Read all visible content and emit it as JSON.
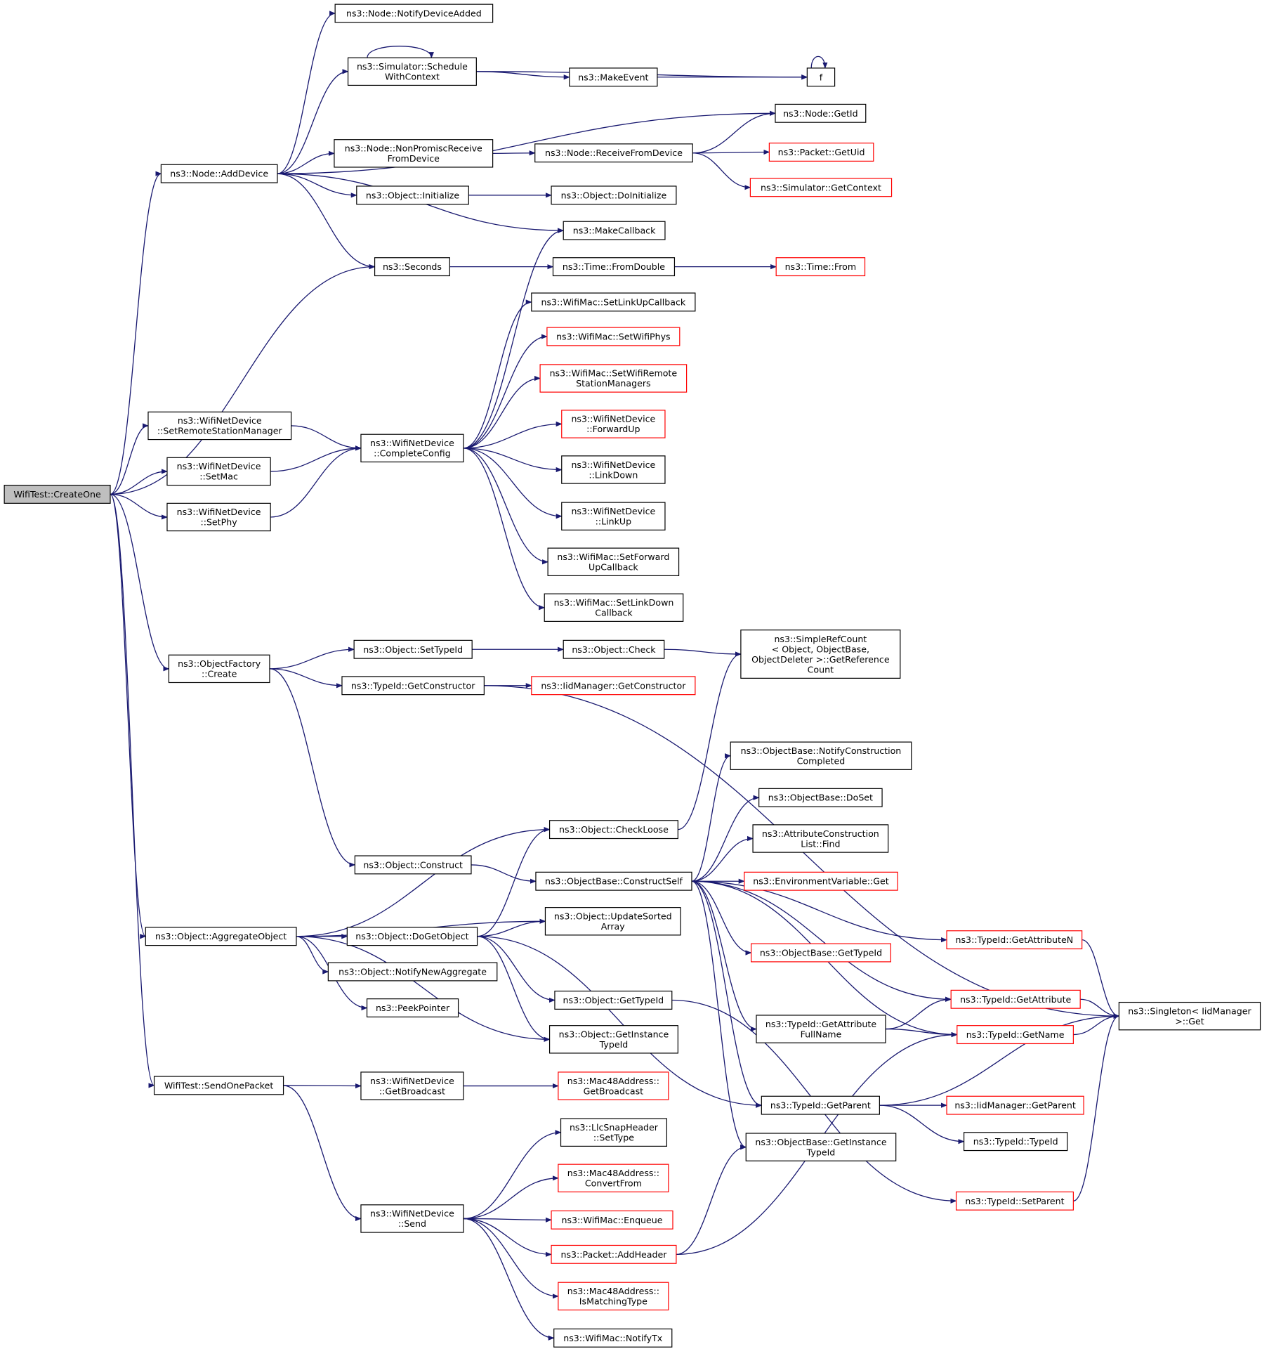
{
  "colors": {
    "edge": "#191970",
    "node_border": "#000000",
    "truncated_border": "#ff0000",
    "root_fill": "#bfbfbf",
    "background": "#ffffff"
  },
  "nodes": [
    {
      "id": "n0",
      "lines": [
        "WifiTest::CreateOne"
      ],
      "kind": "root"
    },
    {
      "id": "n1",
      "lines": [
        "ns3::Node::AddDevice"
      ],
      "kind": "normal"
    },
    {
      "id": "n2",
      "lines": [
        "ns3::Node::NotifyDeviceAdded"
      ],
      "kind": "normal"
    },
    {
      "id": "n3",
      "lines": [
        "ns3::Simulator::Schedule",
        "WithContext"
      ],
      "kind": "normal"
    },
    {
      "id": "n4",
      "lines": [
        "f"
      ],
      "kind": "normal"
    },
    {
      "id": "n5",
      "lines": [
        "ns3::MakeEvent"
      ],
      "kind": "normal"
    },
    {
      "id": "n6",
      "lines": [
        "ns3::Node::GetId"
      ],
      "kind": "normal"
    },
    {
      "id": "n7",
      "lines": [
        "ns3::Node::NonPromiscReceive",
        "FromDevice"
      ],
      "kind": "normal"
    },
    {
      "id": "n8",
      "lines": [
        "ns3::Node::ReceiveFromDevice"
      ],
      "kind": "normal"
    },
    {
      "id": "n9",
      "lines": [
        "ns3::Packet::GetUid"
      ],
      "kind": "trunc"
    },
    {
      "id": "n10",
      "lines": [
        "ns3::Simulator::GetContext"
      ],
      "kind": "trunc"
    },
    {
      "id": "n11",
      "lines": [
        "ns3::Object::Initialize"
      ],
      "kind": "normal"
    },
    {
      "id": "n12",
      "lines": [
        "ns3::Object::DoInitialize"
      ],
      "kind": "normal"
    },
    {
      "id": "n13",
      "lines": [
        "ns3::MakeCallback"
      ],
      "kind": "normal"
    },
    {
      "id": "n14",
      "lines": [
        "ns3::Seconds"
      ],
      "kind": "normal"
    },
    {
      "id": "n15",
      "lines": [
        "ns3::Time::FromDouble"
      ],
      "kind": "normal"
    },
    {
      "id": "n16",
      "lines": [
        "ns3::Time::From"
      ],
      "kind": "trunc"
    },
    {
      "id": "n17",
      "lines": [
        "ns3::WifiMac::SetLinkUpCallback"
      ],
      "kind": "normal"
    },
    {
      "id": "n18",
      "lines": [
        "ns3::WifiMac::SetWifiPhys"
      ],
      "kind": "trunc"
    },
    {
      "id": "n19",
      "lines": [
        "ns3::WifiMac::SetWifiRemote",
        "StationManagers"
      ],
      "kind": "trunc"
    },
    {
      "id": "n20",
      "lines": [
        "ns3::WifiNetDevice",
        "::SetRemoteStationManager"
      ],
      "kind": "normal"
    },
    {
      "id": "n21",
      "lines": [
        "ns3::WifiNetDevice",
        "::CompleteConfig"
      ],
      "kind": "normal"
    },
    {
      "id": "n22",
      "lines": [
        "ns3::WifiNetDevice",
        "::ForwardUp"
      ],
      "kind": "trunc"
    },
    {
      "id": "n23",
      "lines": [
        "ns3::WifiNetDevice",
        "::SetMac"
      ],
      "kind": "normal"
    },
    {
      "id": "n24",
      "lines": [
        "ns3::WifiNetDevice",
        "::LinkDown"
      ],
      "kind": "normal"
    },
    {
      "id": "n25",
      "lines": [
        "ns3::WifiNetDevice",
        "::SetPhy"
      ],
      "kind": "normal"
    },
    {
      "id": "n26",
      "lines": [
        "ns3::WifiNetDevice",
        "::LinkUp"
      ],
      "kind": "normal"
    },
    {
      "id": "n27",
      "lines": [
        "ns3::WifiMac::SetForward",
        "UpCallback"
      ],
      "kind": "normal"
    },
    {
      "id": "n28",
      "lines": [
        "ns3::WifiMac::SetLinkDown",
        "Callback"
      ],
      "kind": "normal"
    },
    {
      "id": "n29",
      "lines": [
        "ns3::SimpleRefCount",
        "< Object, ObjectBase,",
        "ObjectDeleter >::GetReference",
        "Count"
      ],
      "kind": "normal"
    },
    {
      "id": "n30",
      "lines": [
        "ns3::Object::SetTypeId"
      ],
      "kind": "normal"
    },
    {
      "id": "n31",
      "lines": [
        "ns3::Object::Check"
      ],
      "kind": "normal"
    },
    {
      "id": "n32",
      "lines": [
        "ns3::ObjectFactory",
        "::Create"
      ],
      "kind": "normal"
    },
    {
      "id": "n33",
      "lines": [
        "ns3::TypeId::GetConstructor"
      ],
      "kind": "normal"
    },
    {
      "id": "n34",
      "lines": [
        "ns3::IidManager::GetConstructor"
      ],
      "kind": "trunc"
    },
    {
      "id": "n35",
      "lines": [
        "ns3::ObjectBase::NotifyConstruction",
        "Completed"
      ],
      "kind": "normal"
    },
    {
      "id": "n36",
      "lines": [
        "ns3::ObjectBase::DoSet"
      ],
      "kind": "normal"
    },
    {
      "id": "n37",
      "lines": [
        "ns3::Object::CheckLoose"
      ],
      "kind": "normal"
    },
    {
      "id": "n38",
      "lines": [
        "ns3::AttributeConstruction",
        "List::Find"
      ],
      "kind": "normal"
    },
    {
      "id": "n39",
      "lines": [
        "ns3::Object::Construct"
      ],
      "kind": "normal"
    },
    {
      "id": "n40",
      "lines": [
        "ns3::ObjectBase::ConstructSelf"
      ],
      "kind": "normal"
    },
    {
      "id": "n41",
      "lines": [
        "ns3::EnvironmentVariable::Get"
      ],
      "kind": "trunc"
    },
    {
      "id": "n42",
      "lines": [
        "ns3::Object::UpdateSorted",
        "Array"
      ],
      "kind": "normal"
    },
    {
      "id": "n43",
      "lines": [
        "ns3::Object::AggregateObject"
      ],
      "kind": "normal"
    },
    {
      "id": "n44",
      "lines": [
        "ns3::Object::DoGetObject"
      ],
      "kind": "normal"
    },
    {
      "id": "n45",
      "lines": [
        "ns3::TypeId::GetAttributeN"
      ],
      "kind": "trunc"
    },
    {
      "id": "n46",
      "lines": [
        "ns3::ObjectBase::GetTypeId"
      ],
      "kind": "trunc"
    },
    {
      "id": "n47",
      "lines": [
        "ns3::Object::NotifyNewAggregate"
      ],
      "kind": "normal"
    },
    {
      "id": "n48",
      "lines": [
        "ns3::Object::GetTypeId"
      ],
      "kind": "normal"
    },
    {
      "id": "n49",
      "lines": [
        "ns3::TypeId::GetAttribute"
      ],
      "kind": "trunc"
    },
    {
      "id": "n50",
      "lines": [
        "ns3::PeekPointer"
      ],
      "kind": "normal"
    },
    {
      "id": "n51",
      "lines": [
        "ns3::Singleton< IidManager",
        ">::Get"
      ],
      "kind": "normal"
    },
    {
      "id": "n52",
      "lines": [
        "ns3::TypeId::GetAttribute",
        "FullName"
      ],
      "kind": "normal"
    },
    {
      "id": "n53",
      "lines": [
        "ns3::TypeId::GetName"
      ],
      "kind": "trunc"
    },
    {
      "id": "n54",
      "lines": [
        "ns3::Object::GetInstance",
        "TypeId"
      ],
      "kind": "normal"
    },
    {
      "id": "n55",
      "lines": [
        "WifiTest::SendOnePacket"
      ],
      "kind": "normal"
    },
    {
      "id": "n56",
      "lines": [
        "ns3::WifiNetDevice",
        "::GetBroadcast"
      ],
      "kind": "normal"
    },
    {
      "id": "n57",
      "lines": [
        "ns3::Mac48Address::",
        "GetBroadcast"
      ],
      "kind": "trunc"
    },
    {
      "id": "n58",
      "lines": [
        "ns3::TypeId::GetParent"
      ],
      "kind": "normal"
    },
    {
      "id": "n59",
      "lines": [
        "ns3::IidManager::GetParent"
      ],
      "kind": "trunc"
    },
    {
      "id": "n60",
      "lines": [
        "ns3::LlcSnapHeader",
        "::SetType"
      ],
      "kind": "normal"
    },
    {
      "id": "n61",
      "lines": [
        "ns3::TypeId::TypeId"
      ],
      "kind": "normal"
    },
    {
      "id": "n62",
      "lines": [
        "ns3::ObjectBase::GetInstance",
        "TypeId"
      ],
      "kind": "normal"
    },
    {
      "id": "n63",
      "lines": [
        "ns3::Mac48Address::",
        "ConvertFrom"
      ],
      "kind": "trunc"
    },
    {
      "id": "n64",
      "lines": [
        "ns3::TypeId::SetParent"
      ],
      "kind": "trunc"
    },
    {
      "id": "n65",
      "lines": [
        "ns3::WifiNetDevice",
        "::Send"
      ],
      "kind": "normal"
    },
    {
      "id": "n66",
      "lines": [
        "ns3::WifiMac::Enqueue"
      ],
      "kind": "trunc"
    },
    {
      "id": "n67",
      "lines": [
        "ns3::Packet::AddHeader"
      ],
      "kind": "trunc"
    },
    {
      "id": "n68",
      "lines": [
        "ns3::Mac48Address::",
        "IsMatchingType"
      ],
      "kind": "trunc"
    },
    {
      "id": "n69",
      "lines": [
        "ns3::WifiMac::NotifyTx"
      ],
      "kind": "normal"
    }
  ],
  "edges": [
    [
      "n0",
      "n1"
    ],
    [
      "n0",
      "n14"
    ],
    [
      "n0",
      "n20"
    ],
    [
      "n0",
      "n23"
    ],
    [
      "n0",
      "n25"
    ],
    [
      "n0",
      "n32"
    ],
    [
      "n0",
      "n43"
    ],
    [
      "n0",
      "n55"
    ],
    [
      "n1",
      "n2"
    ],
    [
      "n1",
      "n3"
    ],
    [
      "n1",
      "n6"
    ],
    [
      "n1",
      "n7"
    ],
    [
      "n1",
      "n11"
    ],
    [
      "n1",
      "n13"
    ],
    [
      "n1",
      "n14"
    ],
    [
      "n3",
      "n3"
    ],
    [
      "n3",
      "n4"
    ],
    [
      "n3",
      "n5"
    ],
    [
      "n4",
      "n4"
    ],
    [
      "n5",
      "n4"
    ],
    [
      "n7",
      "n8"
    ],
    [
      "n8",
      "n6"
    ],
    [
      "n8",
      "n9"
    ],
    [
      "n8",
      "n10"
    ],
    [
      "n11",
      "n12"
    ],
    [
      "n14",
      "n15"
    ],
    [
      "n15",
      "n16"
    ],
    [
      "n20",
      "n21"
    ],
    [
      "n23",
      "n21"
    ],
    [
      "n25",
      "n21"
    ],
    [
      "n21",
      "n13"
    ],
    [
      "n21",
      "n17"
    ],
    [
      "n21",
      "n18"
    ],
    [
      "n21",
      "n19"
    ],
    [
      "n21",
      "n22"
    ],
    [
      "n21",
      "n24"
    ],
    [
      "n21",
      "n26"
    ],
    [
      "n21",
      "n27"
    ],
    [
      "n21",
      "n28"
    ],
    [
      "n32",
      "n30"
    ],
    [
      "n32",
      "n33"
    ],
    [
      "n32",
      "n39"
    ],
    [
      "n30",
      "n31"
    ],
    [
      "n31",
      "n29"
    ],
    [
      "n33",
      "n34"
    ],
    [
      "n33",
      "n51"
    ],
    [
      "n37",
      "n29"
    ],
    [
      "n39",
      "n40"
    ],
    [
      "n40",
      "n35"
    ],
    [
      "n40",
      "n36"
    ],
    [
      "n40",
      "n38"
    ],
    [
      "n40",
      "n41"
    ],
    [
      "n40",
      "n45"
    ],
    [
      "n40",
      "n46"
    ],
    [
      "n40",
      "n49"
    ],
    [
      "n40",
      "n52"
    ],
    [
      "n40",
      "n53"
    ],
    [
      "n40",
      "n58"
    ],
    [
      "n40",
      "n62"
    ],
    [
      "n43",
      "n37"
    ],
    [
      "n43",
      "n44"
    ],
    [
      "n43",
      "n42"
    ],
    [
      "n43",
      "n47"
    ],
    [
      "n43",
      "n50"
    ],
    [
      "n43",
      "n54"
    ],
    [
      "n44",
      "n37"
    ],
    [
      "n44",
      "n42"
    ],
    [
      "n44",
      "n48"
    ],
    [
      "n44",
      "n54"
    ],
    [
      "n44",
      "n58"
    ],
    [
      "n48",
      "n64"
    ],
    [
      "n45",
      "n51"
    ],
    [
      "n49",
      "n51"
    ],
    [
      "n52",
      "n49"
    ],
    [
      "n52",
      "n53"
    ],
    [
      "n53",
      "n51"
    ],
    [
      "n58",
      "n51"
    ],
    [
      "n58",
      "n59"
    ],
    [
      "n58",
      "n61"
    ],
    [
      "n64",
      "n51"
    ],
    [
      "n55",
      "n56"
    ],
    [
      "n55",
      "n65"
    ],
    [
      "n56",
      "n57"
    ],
    [
      "n65",
      "n60"
    ],
    [
      "n65",
      "n63"
    ],
    [
      "n65",
      "n66"
    ],
    [
      "n65",
      "n67"
    ],
    [
      "n65",
      "n68"
    ],
    [
      "n65",
      "n69"
    ],
    [
      "n67",
      "n62"
    ],
    [
      "n67",
      "n53"
    ]
  ]
}
